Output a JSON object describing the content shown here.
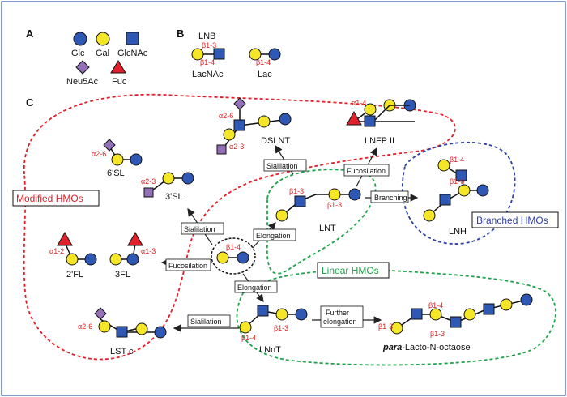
{
  "panels": {
    "a": "A",
    "b": "B",
    "c": "C"
  },
  "legend": {
    "glc": "Glc",
    "gal": "Gal",
    "glcnac": "GlcNAc",
    "neu5ac": "Neu5Ac",
    "fuc": "Fuc"
  },
  "panel_b": {
    "lnb": "LNB",
    "lnb_link": "β1-3",
    "lacnac_link": "β1-4",
    "lacnac": "LacNAc",
    "lac_link": "β1-4",
    "lac": "Lac"
  },
  "groups": {
    "modified": "Modified HMOs",
    "linear": "Linear HMOs",
    "branched": "Branched HMOs"
  },
  "structures": {
    "dslnt": "DSLNT",
    "lnfp2": "LNFP II",
    "sl6": "6'SL",
    "sl3": "3'SL",
    "lnt": "LNT",
    "lnh": "LNH",
    "fl2": "2'FL",
    "fl3": "3FL",
    "lstc": "LST c",
    "lnnt": "LNnT",
    "plno_prefix": "para",
    "plno_rest": "-Lacto-N-octaose"
  },
  "links": {
    "a14": "α1-4",
    "a26": "α2-6",
    "a23": "α2-3",
    "a12": "α1-2",
    "a13": "α1-3",
    "b13": "β1-3",
    "b14": "β1-4",
    "b16": "β1-6"
  },
  "actions": {
    "sialilation": "Sialilation",
    "fucosilation": "Fucosilation",
    "elongation": "Elongation",
    "branching": "Branching",
    "further1": "Further",
    "further2": "elongation"
  },
  "colors": {
    "glc": "#2f57b4",
    "gal": "#f6e628",
    "glcnac": "#2f57b4",
    "neu5ac": "#9370b8",
    "fuc": "#e0202a",
    "modified": "#e0202a",
    "linear": "#1fa24a",
    "branched": "#2f40a6",
    "frame": "#5b7bb8",
    "link": "#d22222"
  }
}
